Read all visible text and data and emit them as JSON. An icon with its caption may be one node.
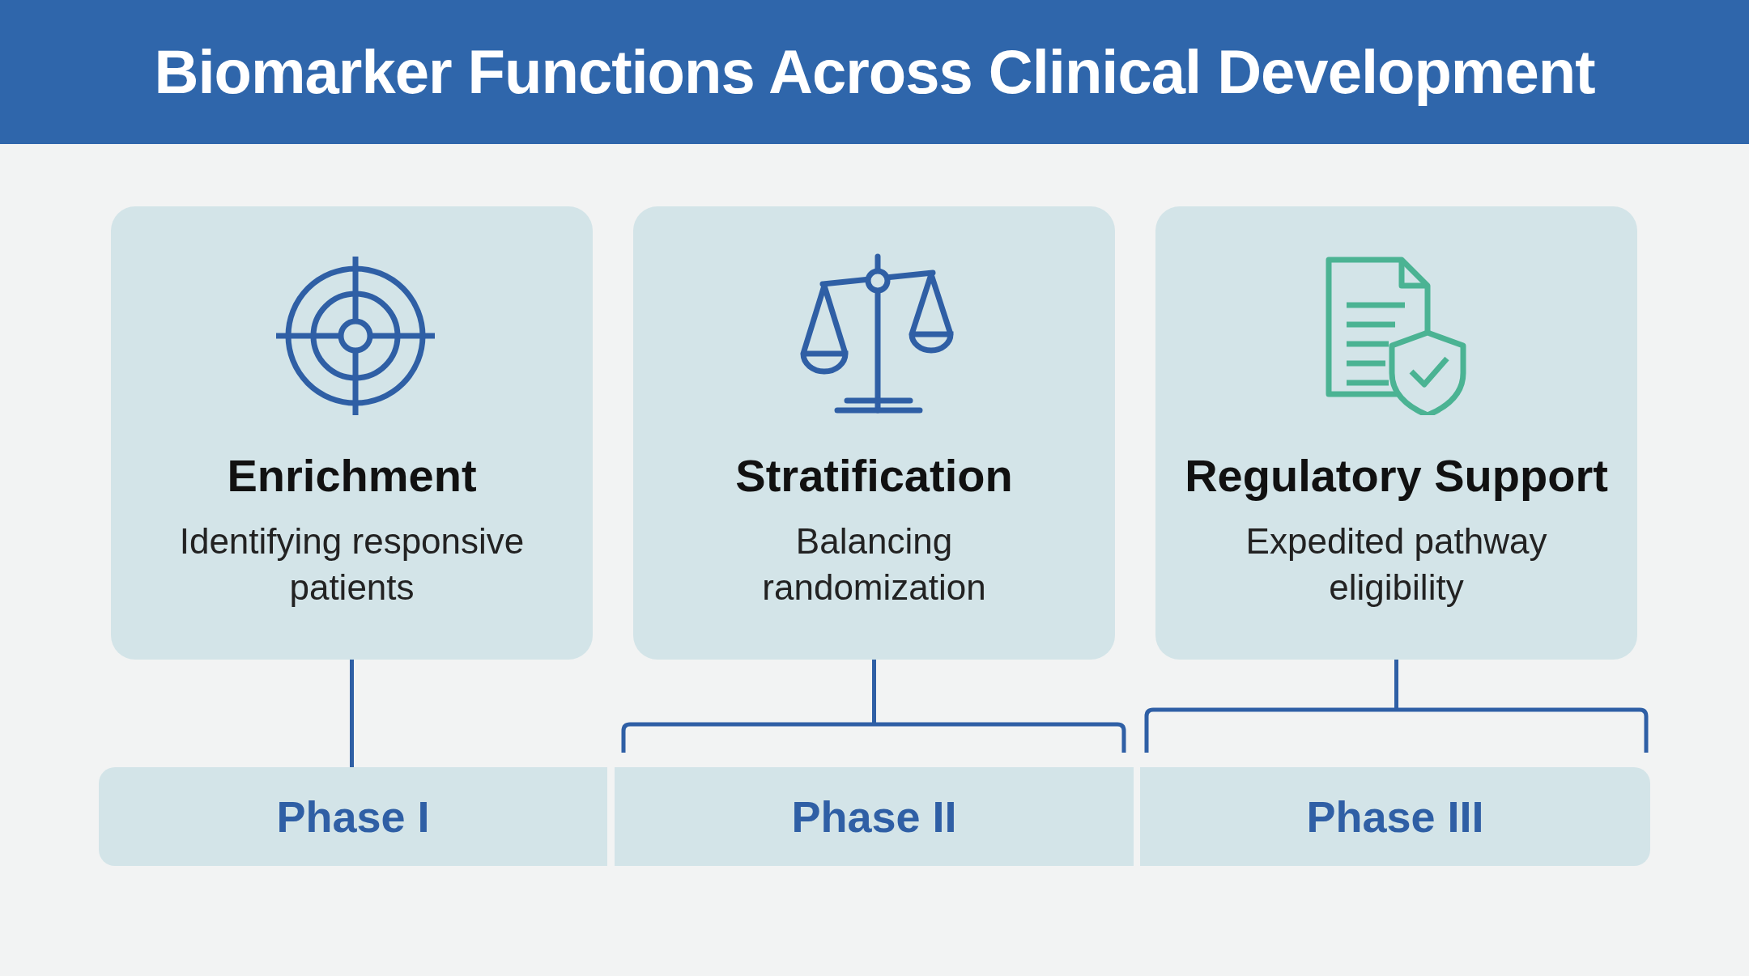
{
  "diagram": {
    "title": "Biomarker Functions Across Clinical Development",
    "nodes": [
      {
        "text": [
          "Enrichment",
          "Identifying responsive patients"
        ]
      },
      {
        "text": [
          "Stratification",
          "Balancing randomization"
        ]
      },
      {
        "text": [
          "Regulatory Support",
          "Expedited pathway eligibility"
        ]
      },
      {
        "text": [
          "Phase I"
        ]
      },
      {
        "text": [
          "Phase II"
        ]
      },
      {
        "text": [
          "Phase III"
        ]
      }
    ],
    "edges": [
      {
        "from": 0,
        "to": 3,
        "arrow": "none"
      },
      {
        "from": 1,
        "to": 4,
        "arrow": "none"
      },
      {
        "from": 2,
        "to": 5,
        "arrow": "none"
      }
    ]
  }
}
